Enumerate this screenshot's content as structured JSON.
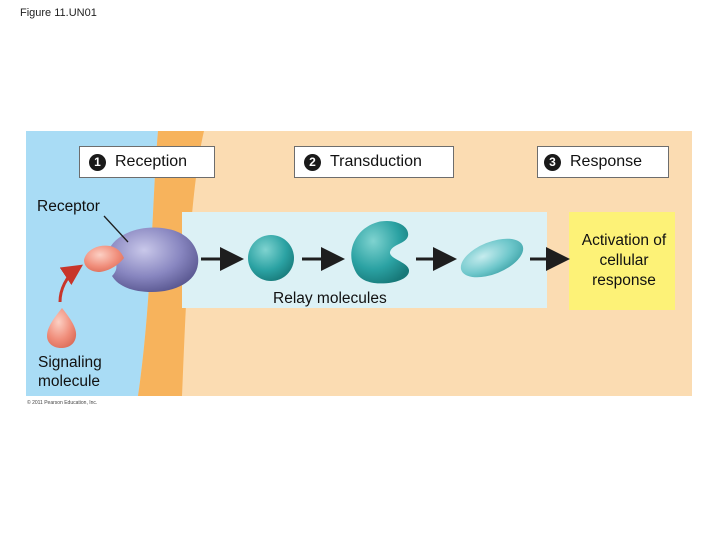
{
  "figure_title": "Figure 11.UN01",
  "steps": [
    {
      "number": "1",
      "label": "Reception"
    },
    {
      "number": "2",
      "label": "Transduction"
    },
    {
      "number": "3",
      "label": "Response"
    }
  ],
  "labels": {
    "receptor": "Receptor",
    "signaling_molecule": "Signaling molecule",
    "relay_molecules": "Relay molecules",
    "response": "Activation of cellular response"
  },
  "copyright": "© 2011 Pearson Education, Inc.",
  "colors": {
    "extracellular": "#a9dcf5",
    "membrane": "#f7b35c",
    "cytoplasm": "#fbdcb2",
    "relay_zone": "#dcf1f5",
    "response_box": "#fdf277",
    "receptor": "#7f7db8",
    "signal": "#f08d7a",
    "relay": "#2ba2a3",
    "arrow": "#1e1e1e"
  }
}
